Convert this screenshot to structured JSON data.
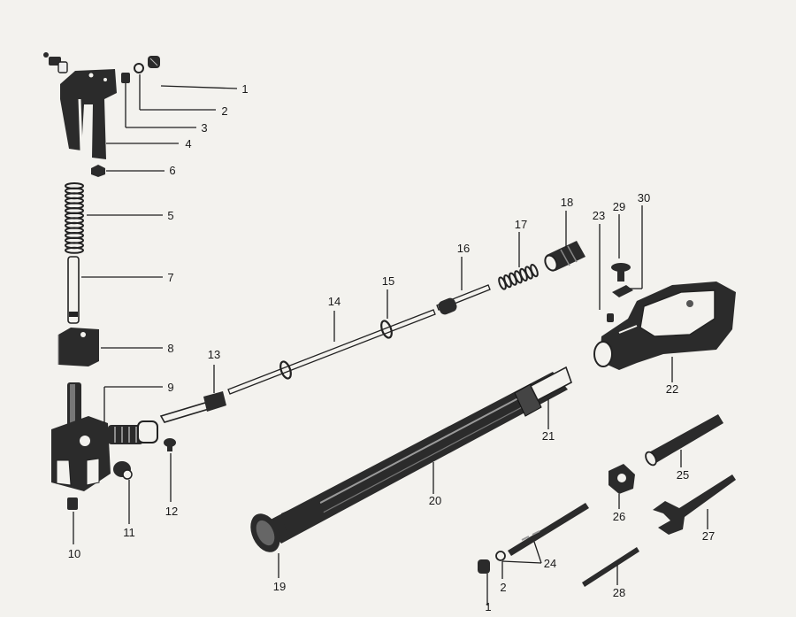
{
  "labels": {
    "n1": "1",
    "n2": "2",
    "n3": "3",
    "n4": "4",
    "n5": "5",
    "n6": "6",
    "n7": "7",
    "n8": "8",
    "n9": "9",
    "n10": "10",
    "n11": "11",
    "n12": "12",
    "n13": "13",
    "n14": "14",
    "n15": "15",
    "n16": "16",
    "n17": "17",
    "n18": "18",
    "n19": "19",
    "n20": "20",
    "n21": "21",
    "n22": "22",
    "n23": "23",
    "n24": "24",
    "n25": "25",
    "n26": "26",
    "n27": "27",
    "n28": "28",
    "n29": "29",
    "n30": "30",
    "n1b": "1",
    "n2b": "2"
  },
  "colors": {
    "ink": "#2b2b2b",
    "paper": "#f3f2ee"
  }
}
